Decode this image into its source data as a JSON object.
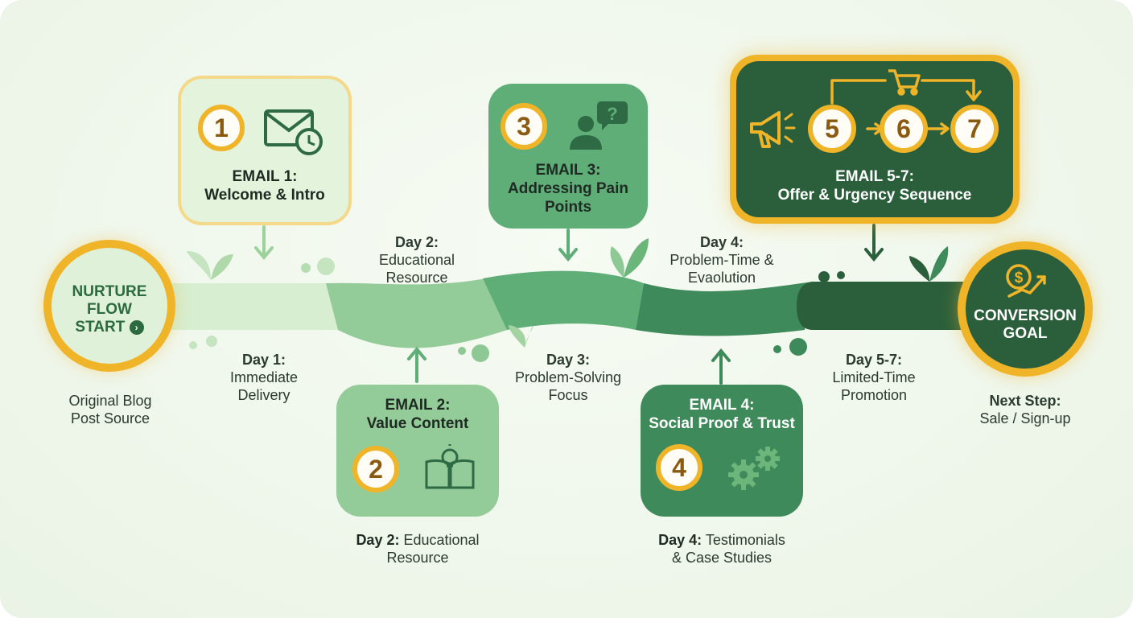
{
  "start": {
    "line1": "NURTURE",
    "line2": "FLOW",
    "line3": "START",
    "source_line1": "Original Blog",
    "source_line2": "Post Source"
  },
  "goal": {
    "line1": "CONVERSION",
    "line2": "GOAL",
    "next_label": "Next Step:",
    "next_value": "Sale / Sign-up"
  },
  "email1": {
    "num": "1",
    "title1": "EMAIL 1:",
    "title2": "Welcome & Intro",
    "day_line1": "Day 1:",
    "day_line2": "Immediate",
    "day_line3": "Delivery"
  },
  "email2": {
    "num": "2",
    "title1": "EMAIL 2:",
    "title2": "Value Content",
    "top_day": "Day 2:",
    "top_line2": "Educational",
    "top_line3": "Resource",
    "bottom_day": "Day 2:",
    "bottom_rest": "Educational",
    "bottom_line2": "Resource"
  },
  "email3": {
    "num": "3",
    "title1": "EMAIL 3:",
    "title2": "Addressing Pain",
    "title3": "Points",
    "day_line1": "Day 3:",
    "day_line2": "Problem-Solving",
    "day_line3": "Focus"
  },
  "email4": {
    "num": "4",
    "title1": "EMAIL 4:",
    "title2": "Social Proof & Trust",
    "top_day": "Day 4:",
    "top_line2": "Problem-Time &",
    "top_line3": "Evaolution",
    "bottom_day": "Day 4:",
    "bottom_rest": "Testimonials",
    "bottom_line2": "& Case Studies"
  },
  "email57": {
    "num5": "5",
    "num6": "6",
    "num7": "7",
    "title1": "EMAIL 5-7:",
    "title2": "Offer & Urgency Sequence",
    "day_line1": "Day 5-7:",
    "day_line2": "Limited-Time",
    "day_line3": "Promotion"
  },
  "colors": {
    "gold": "#f0b429",
    "dark_green": "#2e6b45",
    "mid_green": "#5fae78",
    "light_green": "#e3f3dc",
    "text_dark": "#1f2a22"
  }
}
